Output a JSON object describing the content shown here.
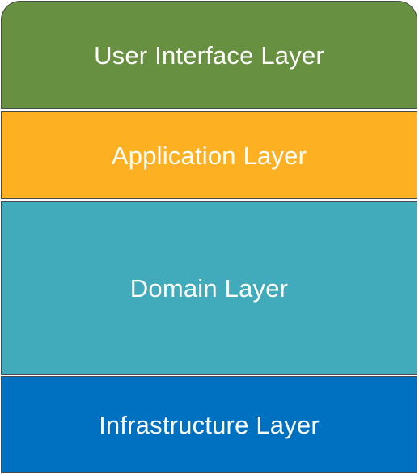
{
  "layers": [
    {
      "label": "User Interface Layer",
      "color": "#679040"
    },
    {
      "label": "Application Layer",
      "color": "#fdb022"
    },
    {
      "label": "Domain Layer",
      "color": "#42abbb"
    },
    {
      "label": "Infrastructure Layer",
      "color": "#0070c0"
    }
  ]
}
